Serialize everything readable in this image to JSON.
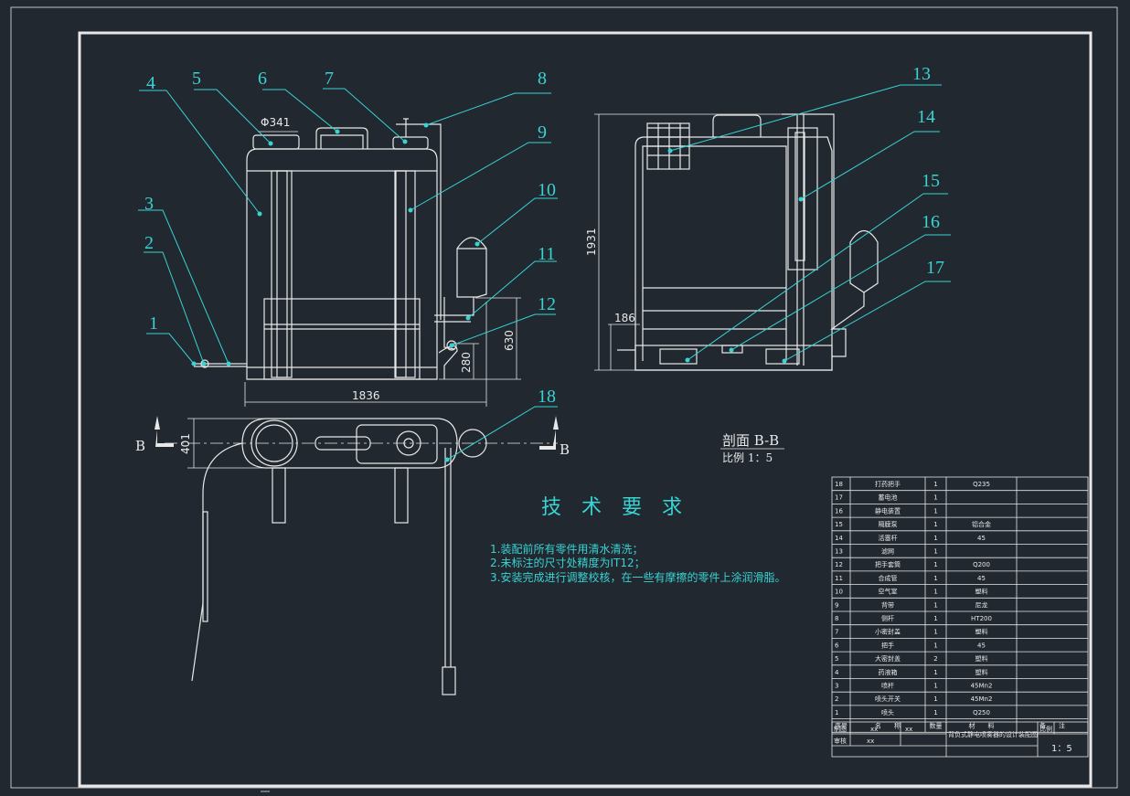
{
  "callouts": [
    "1",
    "2",
    "3",
    "4",
    "5",
    "6",
    "7",
    "8",
    "9",
    "10",
    "11",
    "12",
    "13",
    "14",
    "15",
    "16",
    "17",
    "18"
  ],
  "dimensions": {
    "lid_diameter": "Φ341",
    "width": "1836",
    "height_630": "630",
    "height_280": "280",
    "section_height": "1931",
    "section_base": "186",
    "depth": "401"
  },
  "view_marker": {
    "left": "B",
    "right": "B"
  },
  "section": {
    "title": "剖面 B-B",
    "scale": "比例 1：5"
  },
  "tech_requirements": {
    "title": "技术要求",
    "items": [
      "1.装配前所有零件用清水清洗；",
      "2.未标注的尺寸处精度为IT12；",
      "3.安装完成进行调整校核，在一些有摩擦的零件上涂润滑脂。"
    ]
  },
  "parts": [
    {
      "no": "18",
      "name": "打药把手",
      "qty": "1",
      "material": "Q235",
      "note": ""
    },
    {
      "no": "17",
      "name": "蓄电池",
      "qty": "1",
      "material": "",
      "note": ""
    },
    {
      "no": "16",
      "name": "静电装置",
      "qty": "1",
      "material": "",
      "note": ""
    },
    {
      "no": "15",
      "name": "隔膜泵",
      "qty": "1",
      "material": "铝合金",
      "note": ""
    },
    {
      "no": "14",
      "name": "活塞杆",
      "qty": "1",
      "material": "45",
      "note": ""
    },
    {
      "no": "13",
      "name": "滤网",
      "qty": "1",
      "material": "",
      "note": ""
    },
    {
      "no": "12",
      "name": "把手套筒",
      "qty": "1",
      "material": "Q200",
      "note": ""
    },
    {
      "no": "11",
      "name": "合成管",
      "qty": "1",
      "material": "45",
      "note": ""
    },
    {
      "no": "10",
      "name": "空气室",
      "qty": "1",
      "material": "塑料",
      "note": ""
    },
    {
      "no": "9",
      "name": "背带",
      "qty": "1",
      "material": "尼龙",
      "note": ""
    },
    {
      "no": "8",
      "name": "侧杆",
      "qty": "1",
      "material": "HT200",
      "note": ""
    },
    {
      "no": "7",
      "name": "小密封盖",
      "qty": "1",
      "material": "塑料",
      "note": ""
    },
    {
      "no": "6",
      "name": "把手",
      "qty": "1",
      "material": "45",
      "note": ""
    },
    {
      "no": "5",
      "name": "大密封盖",
      "qty": "2",
      "material": "塑料",
      "note": ""
    },
    {
      "no": "4",
      "name": "药液箱",
      "qty": "1",
      "material": "塑料",
      "note": ""
    },
    {
      "no": "3",
      "name": "喷杆",
      "qty": "1",
      "material": "45Mn2",
      "note": ""
    },
    {
      "no": "2",
      "name": "喷头开关",
      "qty": "1",
      "material": "45Mn2",
      "note": ""
    },
    {
      "no": "1",
      "name": "喷头",
      "qty": "1",
      "material": "Q250",
      "note": ""
    }
  ],
  "table_header": {
    "no": "序号",
    "name": "名　　称",
    "qty": "数量",
    "material": "材　　料",
    "note": "备　　注"
  },
  "title_block": {
    "drawn_label": "制图",
    "drawn_by": "xx",
    "drawn_date": "xx",
    "checked_label": "审核",
    "checked_by": "xx",
    "title": "背负式静电喷雾器的设计装配图",
    "scale_label": "比例",
    "scale": "1：5"
  }
}
